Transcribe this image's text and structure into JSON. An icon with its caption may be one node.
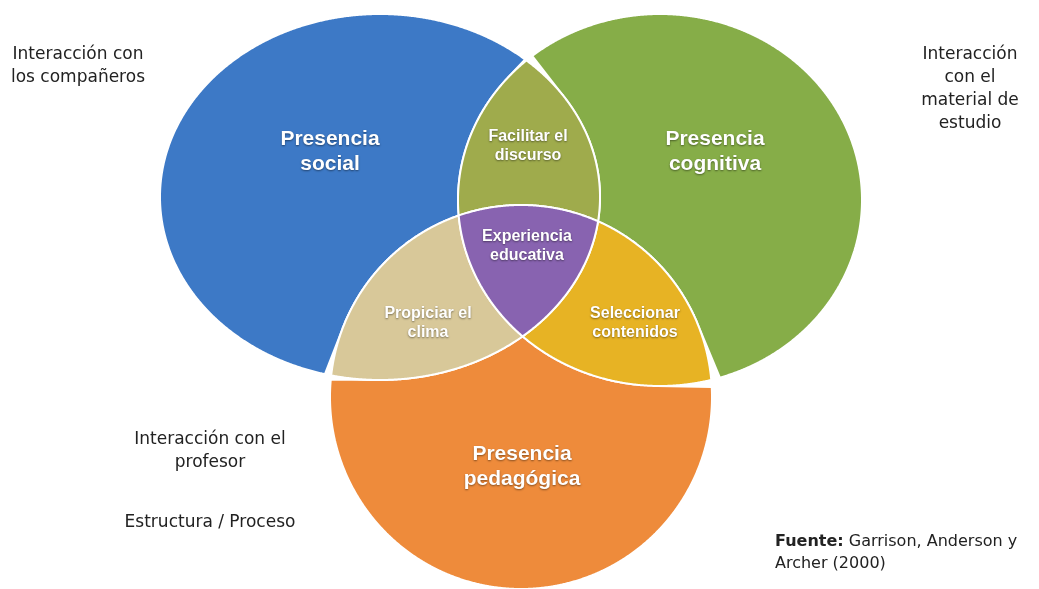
{
  "diagram": {
    "caption": "**Fuente:** Garrison, Anderson y Archer (2000)",
    "nodes": [
      {
        "text": [
          "Presencia social"
        ]
      },
      {
        "text": [
          "Facilitar el discurso"
        ]
      },
      {
        "text": [
          "Presencia cognitiva"
        ]
      },
      {
        "text": [
          "Experiencia educativa"
        ]
      },
      {
        "text": [
          "Propiciar el clima"
        ]
      },
      {
        "text": [
          "Seleccionar contenidos"
        ]
      },
      {
        "text": [
          "Presencia pedagógica"
        ]
      }
    ],
    "edges": [],
    "labels": [
      "Interacción con los compañeros",
      "Interacción con el material de estudio",
      "Interacción con el profesor",
      "Estructura / Proceso"
    ]
  }
}
